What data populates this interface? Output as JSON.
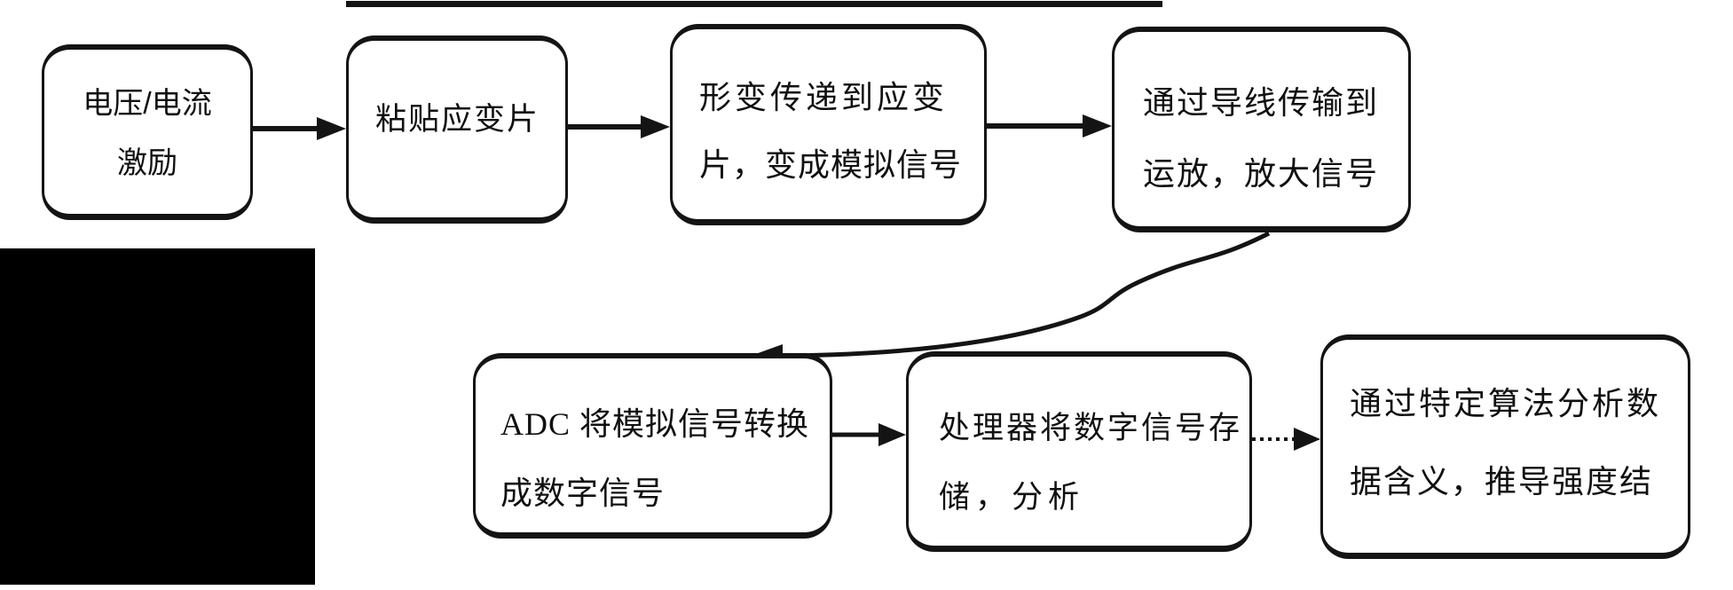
{
  "flowchart": {
    "boxes": [
      {
        "id": "excitation",
        "lines": [
          "电压/电流",
          "激励"
        ]
      },
      {
        "id": "paste-strain-gauge",
        "lines": [
          "粘贴应变片"
        ]
      },
      {
        "id": "deformation-to-analog",
        "lines": [
          "形变传递到应变",
          "片，变成模拟信号"
        ]
      },
      {
        "id": "wire-to-opamp",
        "lines": [
          "通过导线传输到",
          "运放，放大信号"
        ]
      },
      {
        "id": "adc-conversion",
        "lines": [
          "ADC 将模拟信号转换",
          "成数字信号"
        ]
      },
      {
        "id": "processor-storage",
        "lines": [
          "处理器将数字信号存",
          "储，分析"
        ]
      },
      {
        "id": "algorithm-analysis",
        "lines": [
          "通过特定算法分析数",
          "据含义，推导强度结"
        ]
      }
    ],
    "connector_styles": {
      "solid": "solid-arrow",
      "dotted": "dotted-arrow",
      "curve": "s-curve-arrow"
    },
    "colors": {
      "stroke": "#141414",
      "background": "#ffffff",
      "redaction": "#000000"
    }
  }
}
